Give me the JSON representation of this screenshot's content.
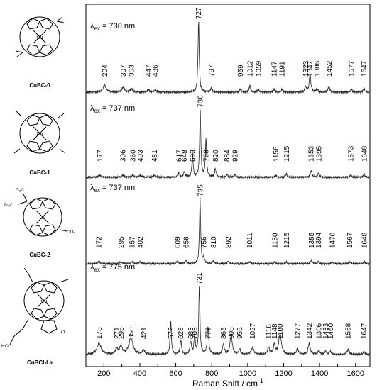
{
  "chart_data": {
    "type": "line",
    "xlabel": "Raman Shift / cm",
    "xlabel_superscript": "-1",
    "x_ticks": [
      200,
      400,
      600,
      800,
      1000,
      1200,
      1400,
      1600
    ],
    "xlim": [
      100,
      1680
    ],
    "panels": [
      {
        "compound": "CuBC-0",
        "excitation": "λex = 730 nm",
        "excitation_symbol": "λ",
        "excitation_sub": "ex",
        "excitation_value": " = 730 nm",
        "peaks": [
          {
            "x": 204,
            "label": "204",
            "h": 0.1,
            "w": 10
          },
          {
            "x": 307,
            "label": "307",
            "h": 0.07,
            "w": 8
          },
          {
            "x": 353,
            "label": "353",
            "h": 0.05,
            "w": 7
          },
          {
            "x": 447,
            "label": "447",
            "h": 0.03,
            "w": 7
          },
          {
            "x": 486,
            "label": "486",
            "h": 0.03,
            "w": 7
          },
          {
            "x": 727,
            "label": "727",
            "h": 1.0,
            "w": 4
          },
          {
            "x": 797,
            "label": "797",
            "h": 0.05,
            "w": 6
          },
          {
            "x": 959,
            "label": "959",
            "h": 0.04,
            "w": 6
          },
          {
            "x": 1012,
            "label": "1012",
            "h": 0.1,
            "w": 4
          },
          {
            "x": 1059,
            "label": "1059",
            "h": 0.04,
            "w": 5
          },
          {
            "x": 1147,
            "label": "1147",
            "h": 0.04,
            "w": 5
          },
          {
            "x": 1191,
            "label": "1191",
            "h": 0.04,
            "w": 5
          },
          {
            "x": 1323,
            "label": "1323",
            "h": 0.08,
            "w": 5
          },
          {
            "x": 1347,
            "label": "1347",
            "h": 0.26,
            "w": 5
          },
          {
            "x": 1386,
            "label": "1386",
            "h": 0.05,
            "w": 5
          },
          {
            "x": 1452,
            "label": "1452",
            "h": 0.09,
            "w": 5
          },
          {
            "x": 1577,
            "label": "1577",
            "h": 0.04,
            "w": 5
          },
          {
            "x": 1647,
            "label": "1647",
            "h": 0.05,
            "w": 5
          }
        ]
      },
      {
        "compound": "CuBC-1",
        "excitation": "λex = 737 nm",
        "excitation_symbol": "λ",
        "excitation_sub": "ex",
        "excitation_value": " = 737 nm",
        "peaks": [
          {
            "x": 177,
            "label": "177",
            "h": 0.03,
            "w": 8
          },
          {
            "x": 306,
            "label": "306",
            "h": 0.03,
            "w": 7
          },
          {
            "x": 360,
            "label": "360",
            "h": 0.03,
            "w": 7
          },
          {
            "x": 403,
            "label": "403",
            "h": 0.03,
            "w": 7
          },
          {
            "x": 481,
            "label": "481",
            "h": 0.03,
            "w": 7
          },
          {
            "x": 617,
            "label": "617",
            "h": 0.06,
            "w": 5
          },
          {
            "x": 648,
            "label": "648",
            "h": 0.08,
            "w": 5
          },
          {
            "x": 693,
            "label": "693",
            "h": 0.35,
            "w": 4
          },
          {
            "x": 736,
            "label": "736",
            "h": 1.0,
            "w": 4
          },
          {
            "x": 768,
            "label": "768",
            "h": 0.55,
            "w": 4
          },
          {
            "x": 820,
            "label": "820",
            "h": 0.12,
            "w": 5
          },
          {
            "x": 884,
            "label": "884",
            "h": 0.04,
            "w": 5
          },
          {
            "x": 929,
            "label": "929",
            "h": 0.04,
            "w": 5
          },
          {
            "x": 1156,
            "label": "1156",
            "h": 0.03,
            "w": 5
          },
          {
            "x": 1215,
            "label": "1215",
            "h": 0.05,
            "w": 5
          },
          {
            "x": 1353,
            "label": "1353",
            "h": 0.1,
            "w": 5
          },
          {
            "x": 1395,
            "label": "1395",
            "h": 0.06,
            "w": 5
          },
          {
            "x": 1573,
            "label": "1573",
            "h": 0.03,
            "w": 5
          },
          {
            "x": 1648,
            "label": "1648",
            "h": 0.04,
            "w": 5
          }
        ]
      },
      {
        "compound": "CuBC-2",
        "excitation": "λex = 737 nm",
        "excitation_symbol": "λ",
        "excitation_sub": "ex",
        "excitation_value": " = 737 nm",
        "peaks": [
          {
            "x": 172,
            "label": "172",
            "h": 0.03,
            "w": 8
          },
          {
            "x": 295,
            "label": "295",
            "h": 0.03,
            "w": 7
          },
          {
            "x": 357,
            "label": "357",
            "h": 0.03,
            "w": 7
          },
          {
            "x": 402,
            "label": "402",
            "h": 0.03,
            "w": 7
          },
          {
            "x": 609,
            "label": "609",
            "h": 0.04,
            "w": 6
          },
          {
            "x": 656,
            "label": "656",
            "h": 0.05,
            "w": 6
          },
          {
            "x": 735,
            "label": "735",
            "h": 1.0,
            "w": 4
          },
          {
            "x": 756,
            "label": "756",
            "h": 0.1,
            "w": 4
          },
          {
            "x": 810,
            "label": "810",
            "h": 0.05,
            "w": 5
          },
          {
            "x": 892,
            "label": "892",
            "h": 0.04,
            "w": 5
          },
          {
            "x": 1011,
            "label": "1011",
            "h": 0.03,
            "w": 5
          },
          {
            "x": 1150,
            "label": "1150",
            "h": 0.03,
            "w": 5
          },
          {
            "x": 1215,
            "label": "1215",
            "h": 0.03,
            "w": 5
          },
          {
            "x": 1355,
            "label": "1355",
            "h": 0.06,
            "w": 5
          },
          {
            "x": 1394,
            "label": "1394",
            "h": 0.04,
            "w": 5
          },
          {
            "x": 1470,
            "label": "1470",
            "h": 0.03,
            "w": 5
          },
          {
            "x": 1567,
            "label": "1567",
            "h": 0.03,
            "w": 5
          },
          {
            "x": 1648,
            "label": "1648",
            "h": 0.03,
            "w": 5
          }
        ]
      },
      {
        "compound": "CuBChl a",
        "compound_main": "CuBChl",
        "compound_italic": "a",
        "excitation": "λex = 775 nm",
        "excitation_symbol": "λ",
        "excitation_sub": "ex",
        "excitation_value": " = 775 nm",
        "peaks": [
          {
            "x": 173,
            "label": "173",
            "h": 0.16,
            "w": 14
          },
          {
            "x": 271,
            "label": "271",
            "h": 0.08,
            "w": 8
          },
          {
            "x": 295,
            "label": "295",
            "h": 0.12,
            "w": 8
          },
          {
            "x": 350,
            "label": "350",
            "h": 0.24,
            "w": 14
          },
          {
            "x": 421,
            "label": "421",
            "h": 0.06,
            "w": 8
          },
          {
            "x": 572,
            "label": "572",
            "h": 0.5,
            "w": 4
          },
          {
            "x": 628,
            "label": "628",
            "h": 0.2,
            "w": 5
          },
          {
            "x": 683,
            "label": "683",
            "h": 0.18,
            "w": 5
          },
          {
            "x": 705,
            "label": "705",
            "h": 0.3,
            "w": 4
          },
          {
            "x": 731,
            "label": "731",
            "h": 1.0,
            "w": 4
          },
          {
            "x": 779,
            "label": "779",
            "h": 0.4,
            "w": 5
          },
          {
            "x": 865,
            "label": "865",
            "h": 0.15,
            "w": 6
          },
          {
            "x": 908,
            "label": "908",
            "h": 0.3,
            "w": 7
          },
          {
            "x": 955,
            "label": "955",
            "h": 0.08,
            "w": 6
          },
          {
            "x": 1027,
            "label": "1027",
            "h": 0.1,
            "w": 8
          },
          {
            "x": 1116,
            "label": "1116",
            "h": 0.1,
            "w": 6
          },
          {
            "x": 1148,
            "label": "1148",
            "h": 0.14,
            "w": 6
          },
          {
            "x": 1180,
            "label": "1180",
            "h": 0.3,
            "w": 9
          },
          {
            "x": 1277,
            "label": "1277",
            "h": 0.08,
            "w": 7
          },
          {
            "x": 1342,
            "label": "1342",
            "h": 0.16,
            "w": 7
          },
          {
            "x": 1396,
            "label": "1396",
            "h": 0.06,
            "w": 6
          },
          {
            "x": 1433,
            "label": "1433",
            "h": 0.05,
            "w": 6
          },
          {
            "x": 1460,
            "label": "1460",
            "h": 0.05,
            "w": 6
          },
          {
            "x": 1558,
            "label": "1558",
            "h": 0.07,
            "w": 7
          },
          {
            "x": 1647,
            "label": "1647",
            "h": 0.04,
            "w": 6
          }
        ]
      }
    ]
  }
}
